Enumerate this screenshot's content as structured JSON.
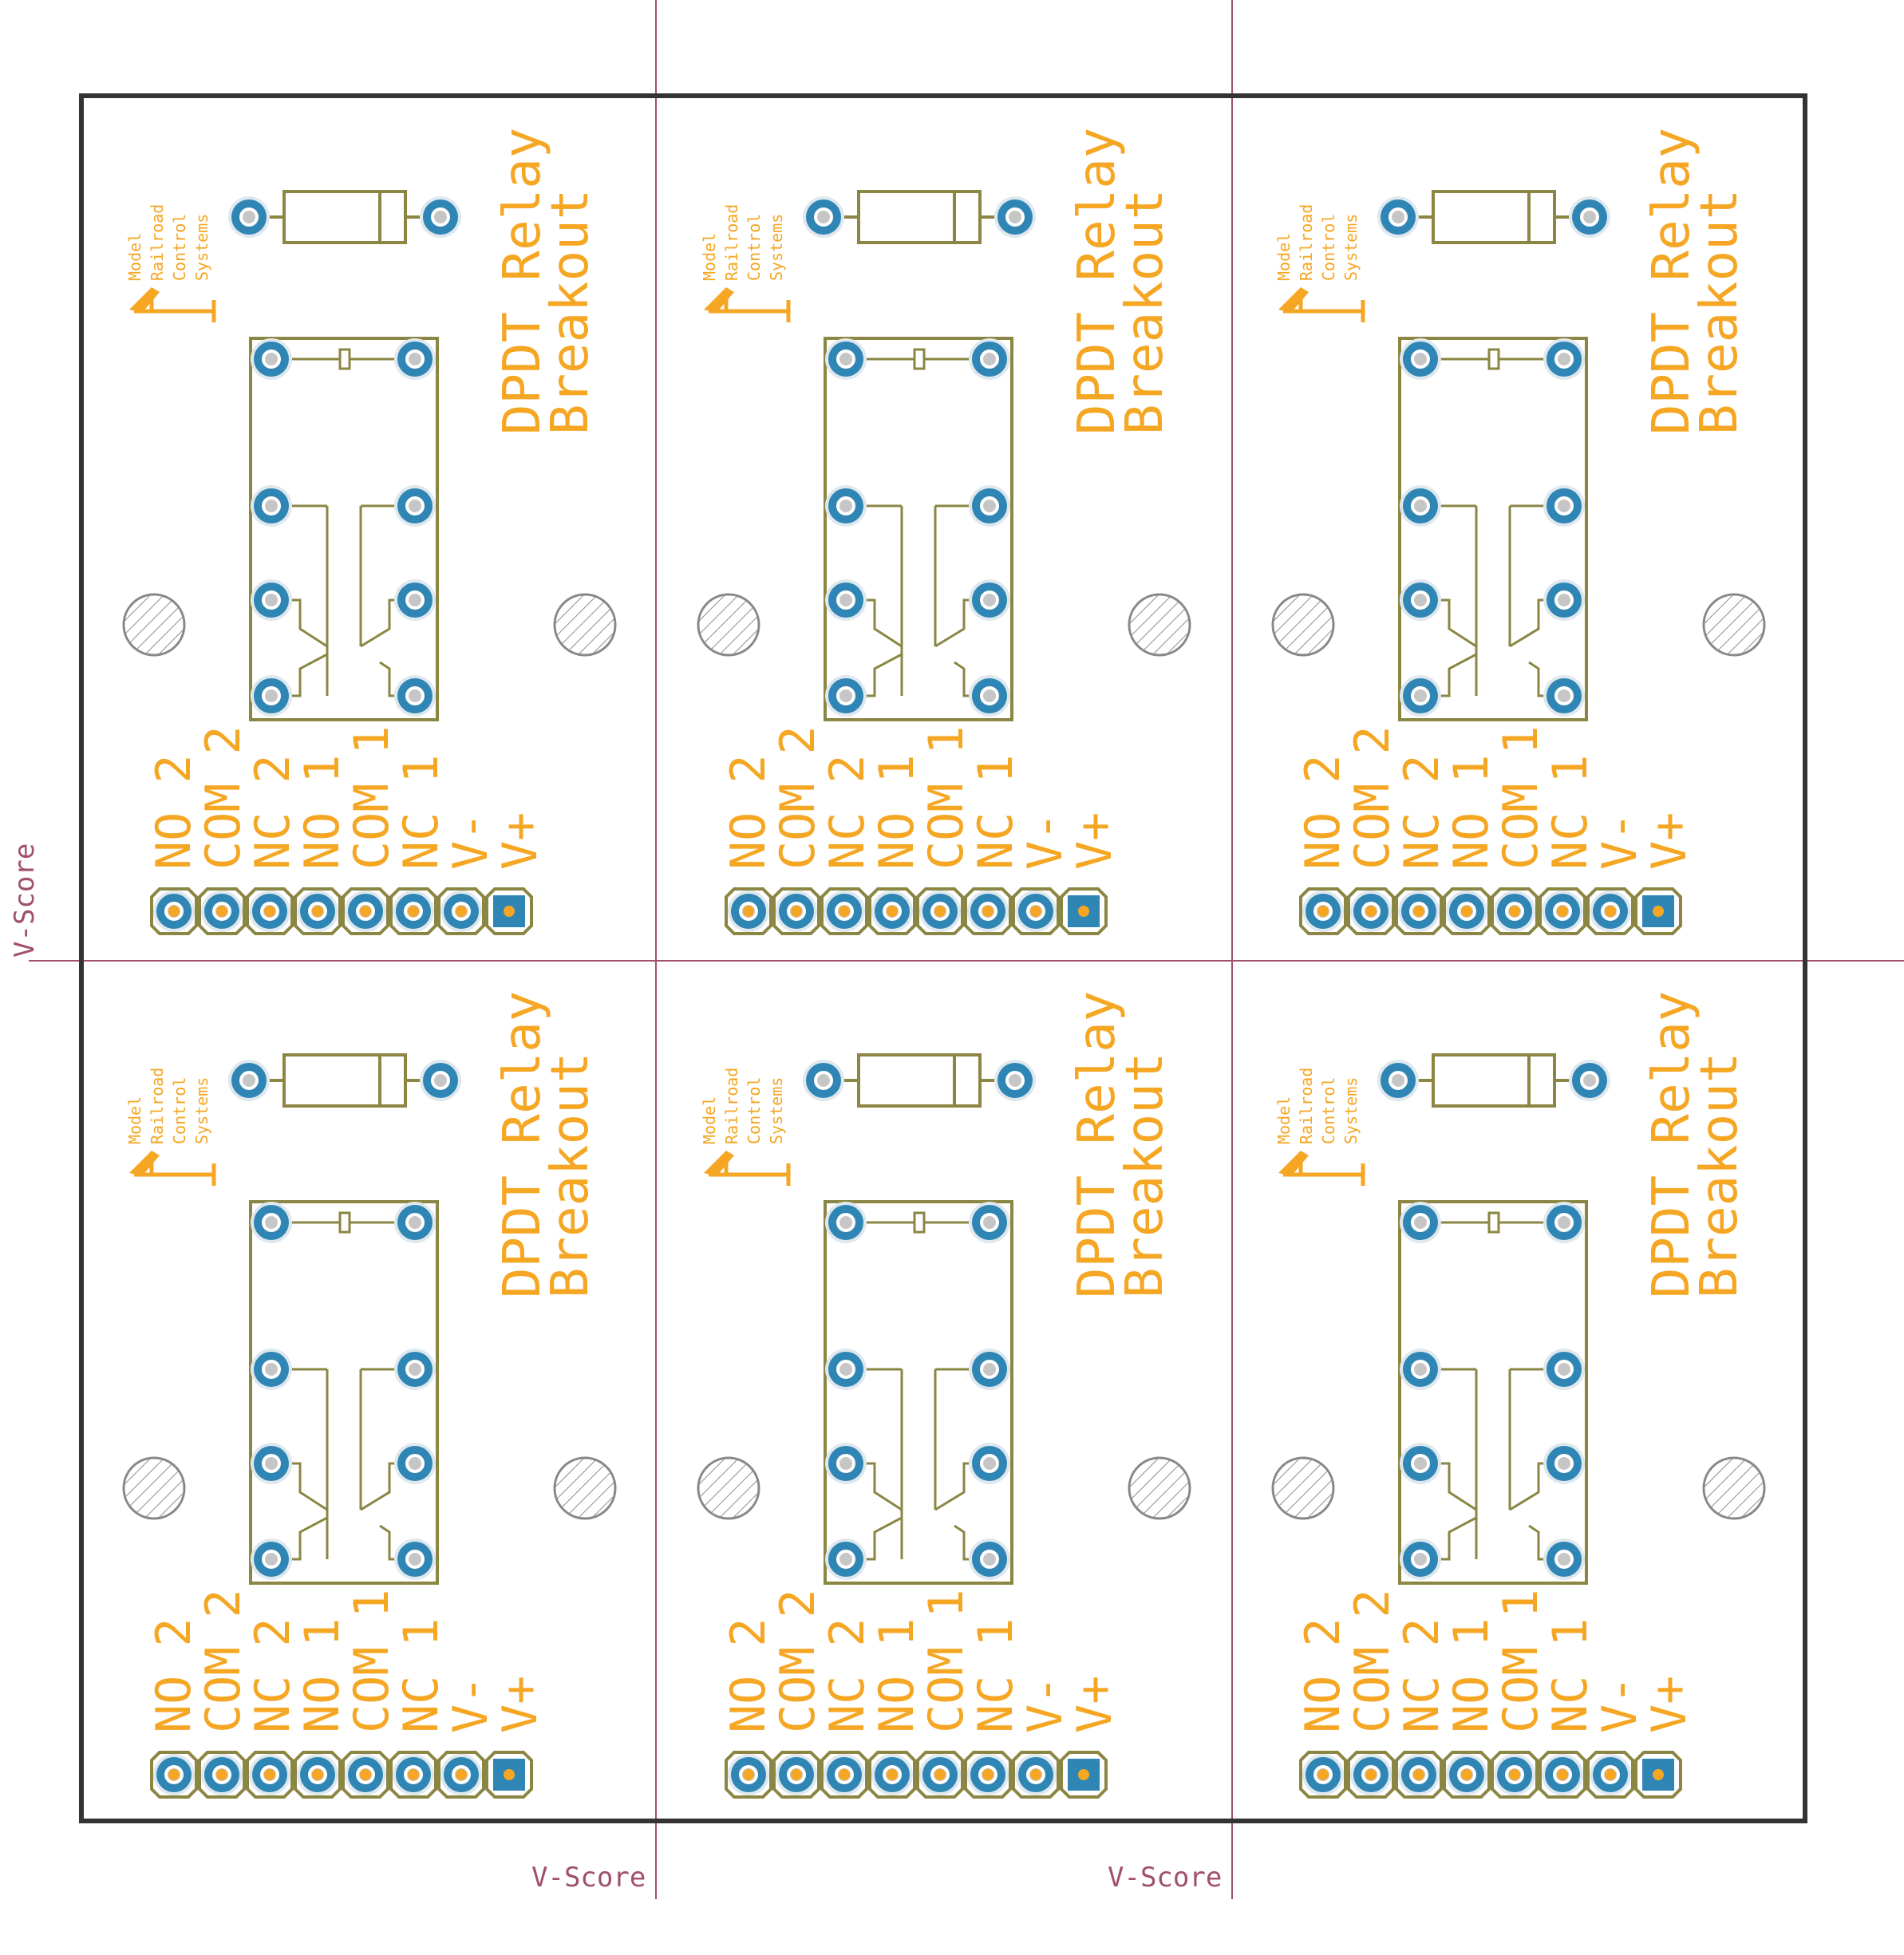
{
  "board": {
    "title_line1": "DPDT Relay",
    "title_line2": "Breakout",
    "logo_lines": [
      "Model",
      "Railroad",
      "Control",
      "Systems"
    ],
    "pin_labels": [
      "NO 2",
      "COM 2",
      "NC 2",
      "NO 1",
      "COM 1",
      "NC 1",
      "V-",
      "V+"
    ],
    "vscore_label": "V-Score",
    "panel_columns": 3,
    "panel_rows": 2
  },
  "colors": {
    "silkscreen_text": "#f5a623",
    "silkscreen_outline": "#8b8643",
    "pad": "#2f86b5",
    "vscore": "#a0506a",
    "board_outline": "#333333"
  },
  "icons": {
    "logo": "railroad-signal-icon",
    "diode": "diode-icon",
    "mount_hole": "mounting-hole-icon"
  }
}
